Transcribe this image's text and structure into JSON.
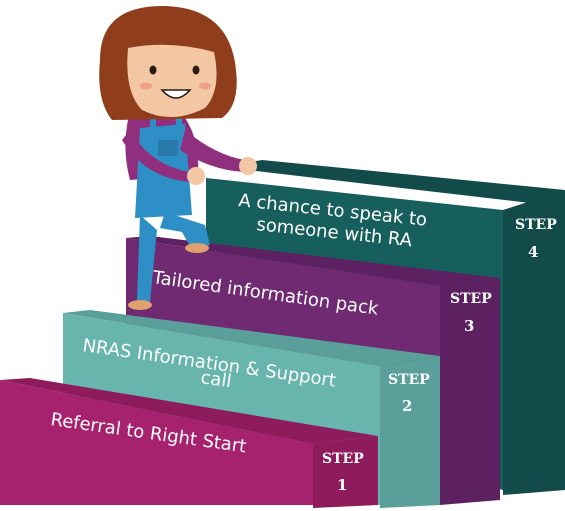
{
  "colors": {
    "step1": "#a7226e",
    "step2": "#68b5ae",
    "step3": "#6f2a72",
    "step4": "#165f5d",
    "hair": "#8f3d1a",
    "skin": "#f3c7a3",
    "shirt": "#8f2f7e",
    "overalls": "#2e8fc6"
  },
  "steps": [
    {
      "tag": "STEP",
      "number": "1",
      "label": "Referral to Right Start"
    },
    {
      "tag": "STEP",
      "number": "2",
      "label_line1": "NRAS Information & Support",
      "label_line2": "call"
    },
    {
      "tag": "STEP",
      "number": "3",
      "label": "Tailored information pack"
    },
    {
      "tag": "STEP",
      "number": "4",
      "label_line1": "A chance to speak to",
      "label_line2": "someone with RA"
    }
  ],
  "figure": {
    "icon": "person-climbing-icon"
  }
}
